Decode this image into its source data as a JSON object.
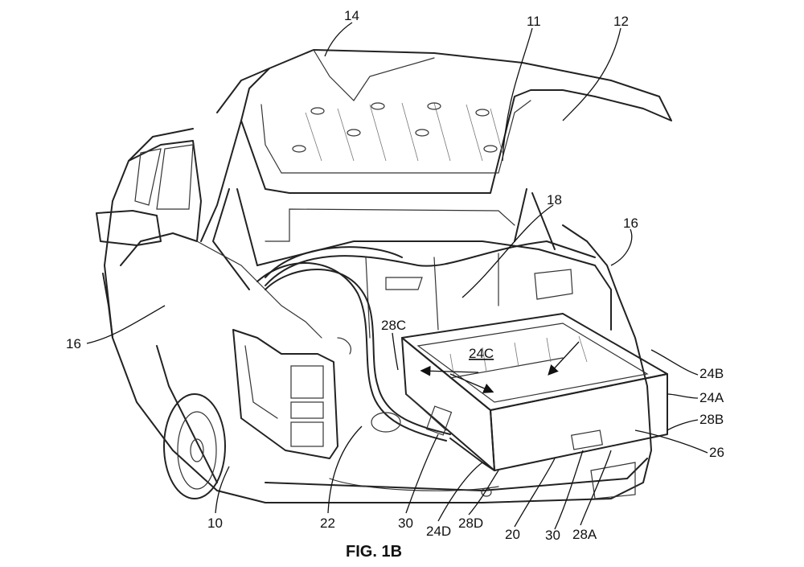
{
  "figure": {
    "caption": "FIG. 1B",
    "labels": {
      "l14": "14",
      "l11": "11",
      "l12": "12",
      "l18": "18",
      "l16a": "16",
      "l16b": "16",
      "l28C": "28C",
      "l24C": "24C",
      "l24B": "24B",
      "l24A": "24A",
      "l28B": "28B",
      "l26": "26",
      "l10": "10",
      "l22": "22",
      "l30a": "30",
      "l24D": "24D",
      "l28D": "28D",
      "l20": "20",
      "l30b": "30",
      "l28A": "28A"
    }
  }
}
